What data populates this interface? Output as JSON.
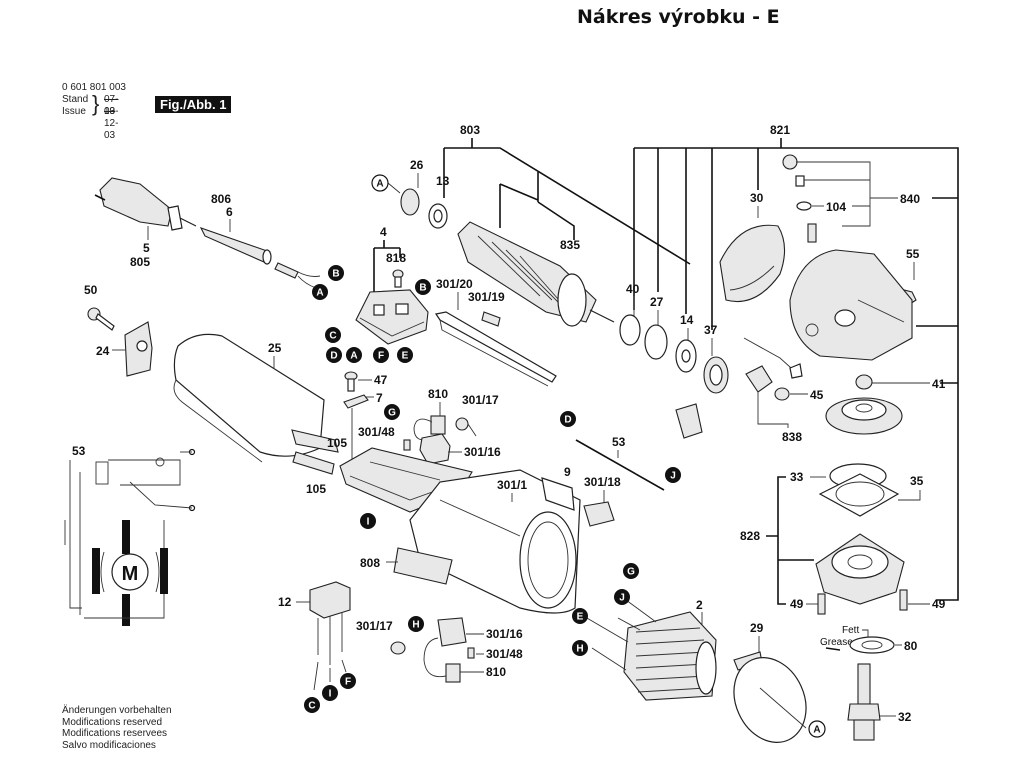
{
  "page_title": "Nákres výrobku - E",
  "meta": {
    "part_number": "0 601 801 003",
    "stand_label": "Stand",
    "issue_label": "Issue",
    "stand_value": "07-09",
    "issue_value": "13-12-03",
    "figure_label": "Fig./Abb. 1"
  },
  "footer": [
    "Änderungen vorbehalten",
    "Modifications reserved",
    "Modifications reservees",
    "Salvo modificaciones"
  ],
  "part_labels": {
    "p803": "803",
    "p26": "26",
    "p13": "13",
    "p835": "835",
    "p806": "806",
    "p6": "6",
    "p5": "5",
    "p805": "805",
    "p50": "50",
    "p24": "24",
    "p25": "25",
    "p4": "4",
    "p818": "818",
    "p301_20": "301/20",
    "p301_19": "301/19",
    "p47": "47",
    "p7": "7",
    "p810a": "810",
    "p301_17a": "301/17",
    "p301_48a": "301/48",
    "p301_16a": "301/16",
    "p105a": "105",
    "p105b": "105",
    "p53a": "53",
    "p53b": "53",
    "p9": "9",
    "p301_1": "301/1",
    "p301_18": "301/18",
    "p808": "808",
    "p12": "12",
    "p301_17b": "301/17",
    "p301_16b": "301/16",
    "p301_48b": "301/48",
    "p810b": "810",
    "p2": "2",
    "p29": "29",
    "p821": "821",
    "p30": "30",
    "p104": "104",
    "p840": "840",
    "p55": "55",
    "p40": "40",
    "p27": "27",
    "p14": "14",
    "p37": "37",
    "p45": "45",
    "p41": "41",
    "p838": "838",
    "p33": "33",
    "p35": "35",
    "p828": "828",
    "p49a": "49",
    "p49b": "49",
    "p80": "80",
    "p32": "32"
  },
  "grease_label": [
    "Fett",
    "Grease"
  ],
  "motor_symbol": "M",
  "connectors": [
    "A",
    "B",
    "C",
    "D",
    "E",
    "F",
    "G",
    "H",
    "I",
    "J"
  ]
}
